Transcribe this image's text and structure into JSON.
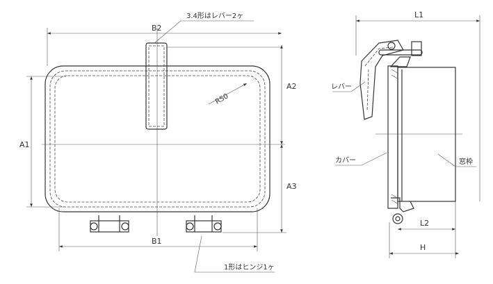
{
  "front_view": {
    "dim_b2": "B2",
    "dim_b1": "B1",
    "dim_a1": "A1",
    "dim_a2": "A2",
    "dim_a3": "A3",
    "radius": "R50",
    "note_lever": "3.4形はレバー2ヶ",
    "note_hinge": "1形はヒンジ1ヶ"
  },
  "side_view": {
    "dim_l1": "L1",
    "dim_l2": "L2",
    "dim_h": "H",
    "label_lever": "レバー",
    "label_cover": "カバー",
    "label_frame": "窓枠"
  }
}
